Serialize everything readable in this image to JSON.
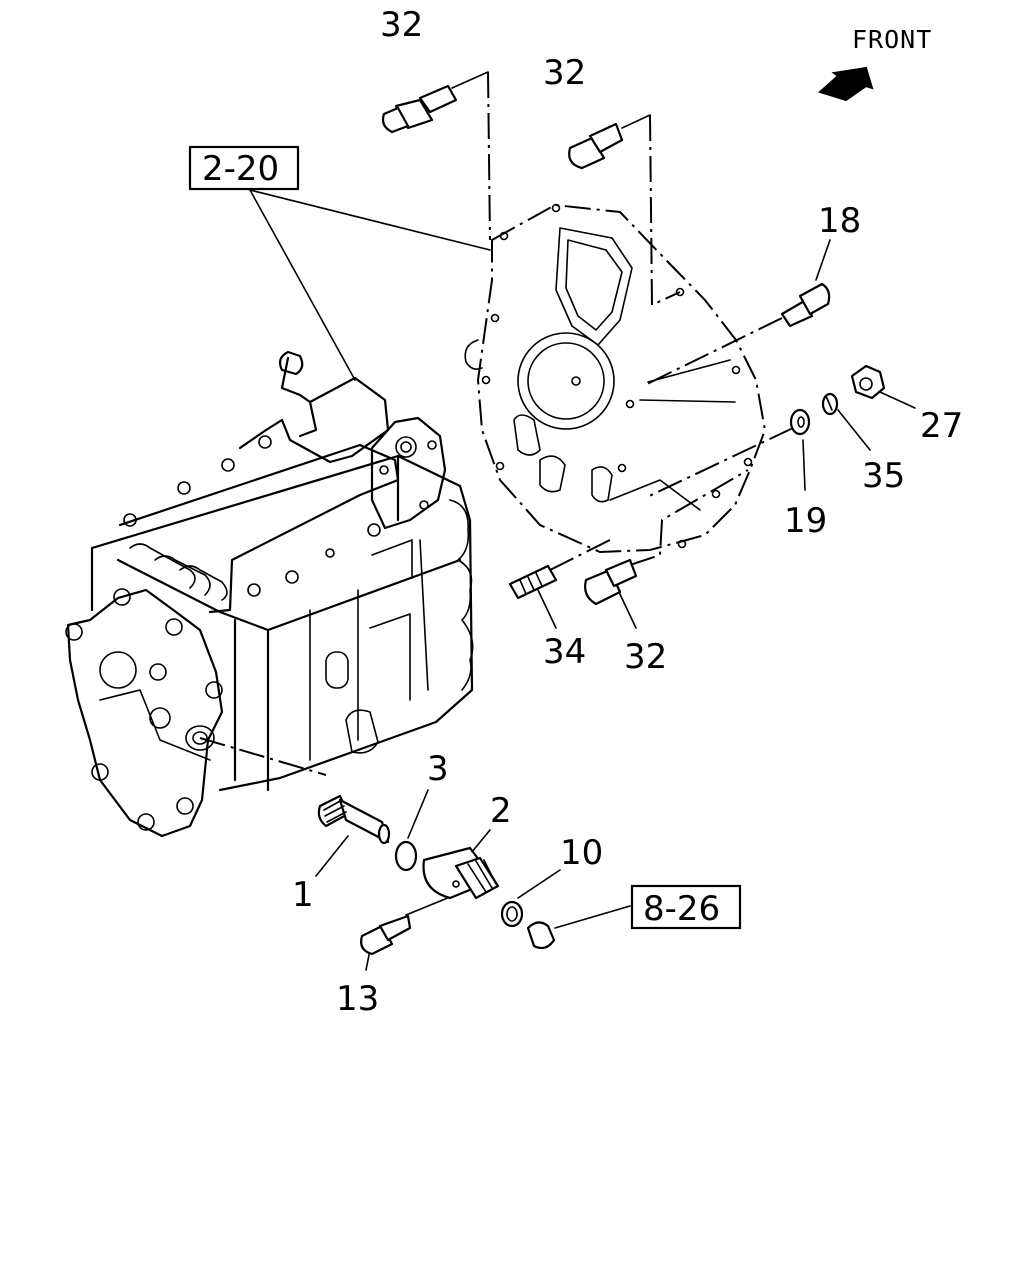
{
  "direction_label": "FRONT",
  "callouts": {
    "c32a": "32",
    "c32b": "32",
    "c32c": "32",
    "c18": "18",
    "c27": "27",
    "c35": "35",
    "c19": "19",
    "c34": "34",
    "c3": "3",
    "c2": "2",
    "c10": "10",
    "c1": "1",
    "c13": "13"
  },
  "refs": {
    "r220": "2-20",
    "r826": "8-26"
  }
}
